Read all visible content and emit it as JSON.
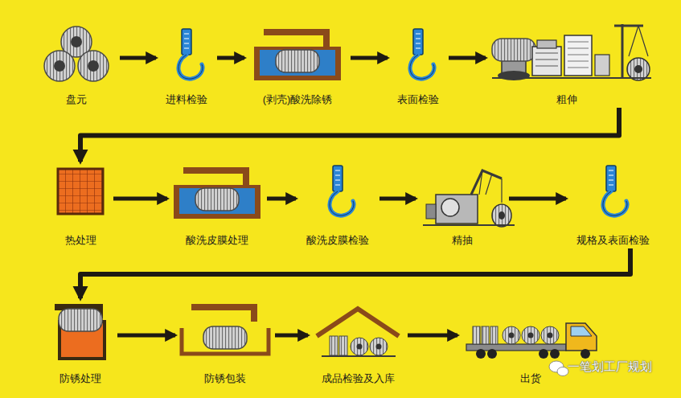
{
  "diagram": {
    "nodes": [
      {
        "text": [
          "盘元"
        ]
      },
      {
        "text": [
          "进料检验"
        ]
      },
      {
        "text": [
          "(剥壳)酸洗除锈"
        ]
      },
      {
        "text": [
          "表面检验"
        ]
      },
      {
        "text": [
          "粗伸"
        ]
      },
      {
        "text": [
          "热处理"
        ]
      },
      {
        "text": [
          "酸洗皮膜处理"
        ]
      },
      {
        "text": [
          "酸洗皮膜检验"
        ]
      },
      {
        "text": [
          "精抽"
        ]
      },
      {
        "text": [
          "规格及表面检验"
        ]
      },
      {
        "text": [
          "防锈处理"
        ]
      },
      {
        "text": [
          "防锈包装"
        ]
      },
      {
        "text": [
          "成品检验及入库"
        ]
      },
      {
        "text": [
          "出货"
        ]
      }
    ],
    "edges": [
      {
        "from": 0,
        "to": 1,
        "arrow": "to"
      },
      {
        "from": 1,
        "to": 2,
        "arrow": "to"
      },
      {
        "from": 2,
        "to": 3,
        "arrow": "to"
      },
      {
        "from": 3,
        "to": 4,
        "arrow": "to"
      },
      {
        "from": 4,
        "to": 5,
        "arrow": "to"
      },
      {
        "from": 5,
        "to": 6,
        "arrow": "to"
      },
      {
        "from": 6,
        "to": 7,
        "arrow": "to"
      },
      {
        "from": 7,
        "to": 8,
        "arrow": "to"
      },
      {
        "from": 8,
        "to": 9,
        "arrow": "to"
      },
      {
        "from": 9,
        "to": 10,
        "arrow": "to"
      },
      {
        "from": 10,
        "to": 11,
        "arrow": "to"
      },
      {
        "from": 11,
        "to": 12,
        "arrow": "to"
      },
      {
        "from": 12,
        "to": 13,
        "arrow": "to"
      }
    ],
    "labels": [
      "一笔划工厂规划"
    ]
  }
}
